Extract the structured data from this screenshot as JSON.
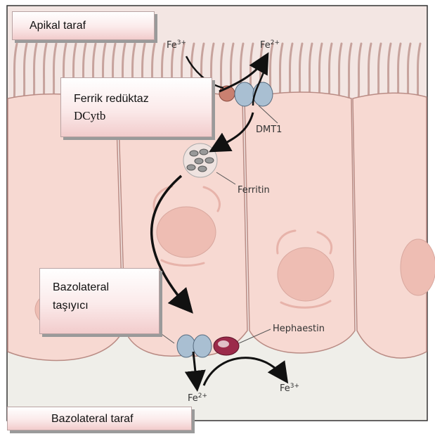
{
  "callouts": {
    "apical": "Apikal taraf",
    "ferric_line1": "Ferrik redüktaz",
    "ferric_line2": "DCytb",
    "basolateral_line1": "Bazolateral",
    "basolateral_line2": "taşıyıcı",
    "basolateral_side": "Bazolateral taraf"
  },
  "labels": {
    "fe3_top": "Fe",
    "fe3_top_sup": "3+",
    "fe2_top": "Fe",
    "fe2_top_sup": "2+",
    "dmt1": "DMT1",
    "ferritin": "Ferritin",
    "hephaestin": "Hephaestin",
    "fe2_bottom": "Fe",
    "fe2_bottom_sup": "2+",
    "fe3_bottom": "Fe",
    "fe3_bottom_sup": "3+"
  },
  "colors": {
    "cell_fill": "#f7d9d2",
    "cell_stroke": "#b98b84",
    "background": "#f1e1de",
    "lumen": "#ffffff",
    "transporter": "#a9bfd2",
    "hephaestin": "#9b2a4a",
    "reductase": "#c98070"
  }
}
